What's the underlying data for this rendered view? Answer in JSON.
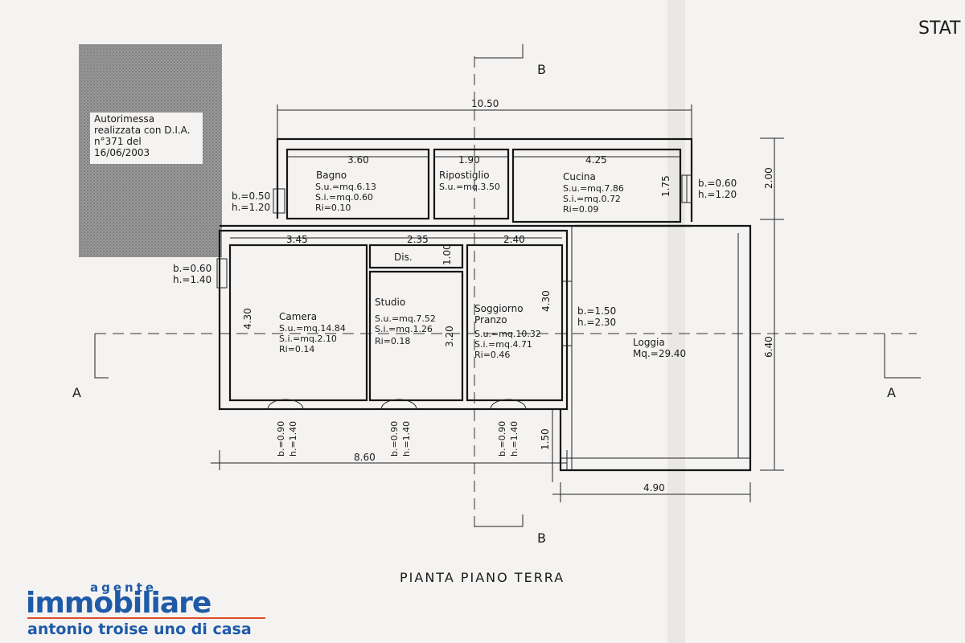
{
  "page_label": "STAT",
  "plan_title": "PIANTA PIANO TERRA",
  "section_marks": {
    "a": "A",
    "b": "B"
  },
  "garage_note": [
    "Autorimessa",
    "realizzata con D.I.A.",
    "n°371 del",
    "16/06/2003"
  ],
  "rooms": {
    "bagno": {
      "name": "Bagno",
      "su": "S.u.=mq.6.13",
      "si": "S.i.=mq.0.60",
      "ri": "Ri=0.10"
    },
    "ripostiglio": {
      "name": "Ripostiglio",
      "su": "S.u.=mq.3.50"
    },
    "cucina": {
      "name": "Cucina",
      "su": "S.u.=mq.7.86",
      "si": "S.i.=mq.0.72",
      "ri": "Ri=0.09"
    },
    "dis": {
      "name": "Dis."
    },
    "camera": {
      "name": "Camera",
      "su": "S.u.=mq.14.84",
      "si": "S.i.=mq.2.10",
      "ri": "Ri=0.14"
    },
    "studio": {
      "name": "Studio",
      "su": "S.u.=mq.7.52",
      "si": "S.i.=mq.1.26",
      "ri": "Ri=0.18"
    },
    "soggiorno": {
      "name1": "Soggiorno",
      "name2": "Pranzo",
      "su": "S.u.=mq.10.32",
      "si": "S.i.=mq.4.71",
      "ri": "Ri=0.46"
    },
    "loggia": {
      "name": "Loggia",
      "area": "Mq.=29.40"
    }
  },
  "dimensions": {
    "overall_width": "10.50",
    "bagno_w": "3.60",
    "rip_w": "1.90",
    "cucina_w": "4.25",
    "cucina_h": "1.75",
    "right_upper_h": "2.00",
    "camera_w": "3.45",
    "dis_w": "2.35",
    "sogg_w": "2.40",
    "dis_h": "1.00",
    "camera_h": "4.30",
    "studio_h": "3.20",
    "sogg_h": "4.30",
    "right_total_h": "6.40",
    "bottom_w": "8.60",
    "loggia_w": "4.90",
    "loggia_offset": "1.50"
  },
  "windows": {
    "bagno": {
      "b": "b.=0.50",
      "h": "h.=1.20"
    },
    "cucina": {
      "b": "b.=0.60",
      "h": "h.=1.20"
    },
    "camera_side": {
      "b": "b.=0.60",
      "h": "h.=1.40"
    },
    "sogg_door": {
      "b": "b.=1.50",
      "h": "h.=2.30"
    },
    "bottom_camera": {
      "b": "b.=0.90",
      "h": "h.=1.40"
    },
    "bottom_studio": {
      "b": "b.=0.90",
      "h": "h.=1.40"
    },
    "bottom_sogg": {
      "b": "b.=0.90",
      "h": "h.=1.40"
    }
  },
  "logo": {
    "top": "agente",
    "main": "immobiliare",
    "sub": "antonio troise uno di casa"
  },
  "colors": {
    "logo_blue": "#1e5aa8",
    "logo_accent": "#e04a2a"
  }
}
